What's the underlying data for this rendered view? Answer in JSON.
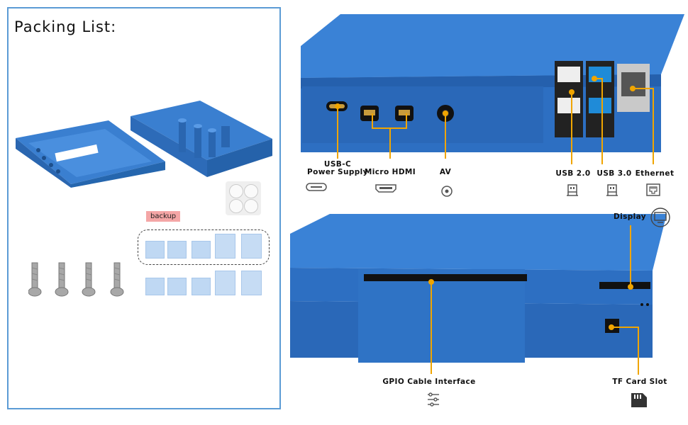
{
  "packing_list": {
    "title": "Packing List:",
    "backup_label": "backup"
  },
  "ports_top": {
    "usb_c": "USB-C",
    "power_supply": "Power Supply",
    "micro_hdmi": "Micro HDMI",
    "av": "AV",
    "usb2": "USB 2.0",
    "usb3": "USB 3.0",
    "ethernet": "Ethernet"
  },
  "ports_bottom": {
    "display": "Display",
    "gpio": "GPIO Cable Interface",
    "tf_card": "TF Card Slot"
  },
  "colors": {
    "case_blue": "#2f76c8",
    "accent_orange": "#f0a500",
    "panel_border": "#5b9bd5"
  }
}
